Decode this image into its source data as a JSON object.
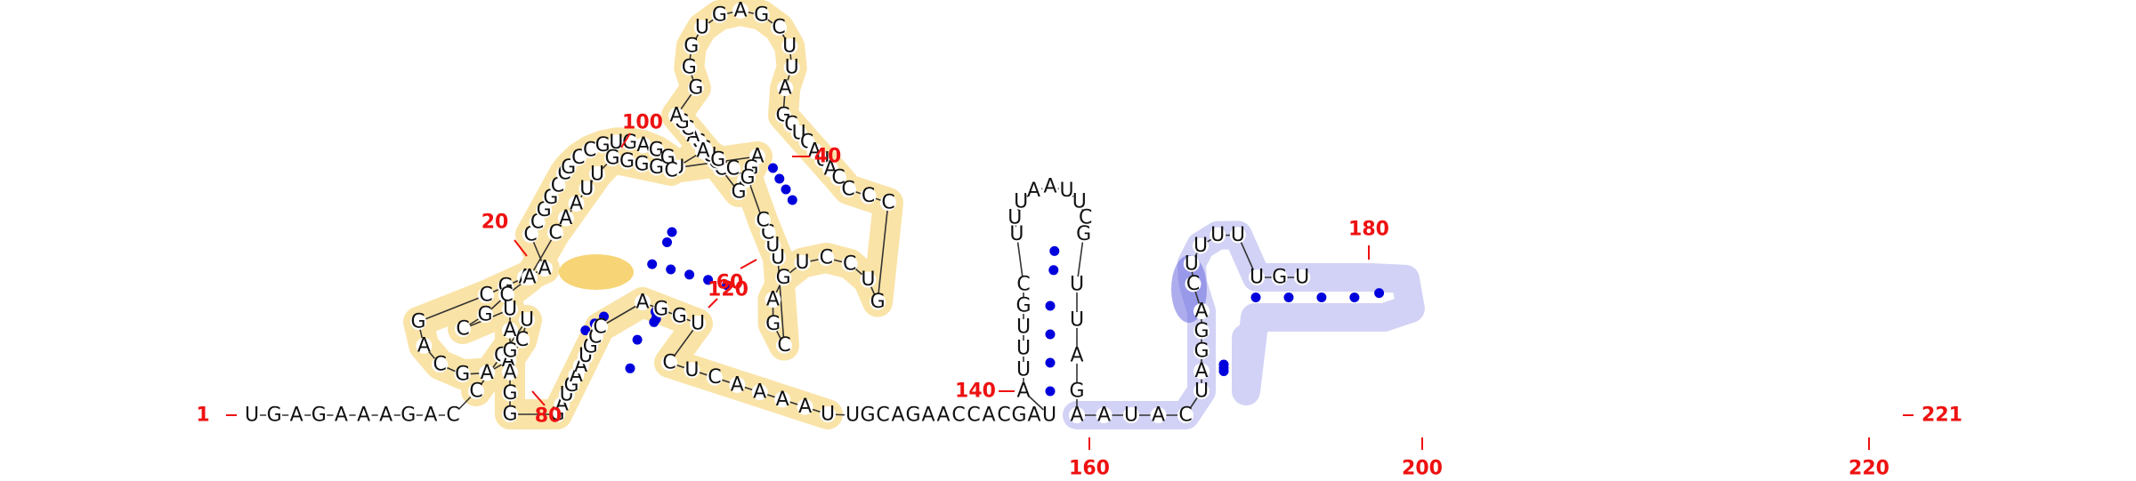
{
  "diagram": {
    "sequence": "UGAGAAAGACCGUCAAGCAGCGAACCGGCCGCCGUGAGGUAGAGCCUCCACGAGGGUGAGCUUAGCUCAUACCCCGUCCUGAGCUUCCGCGACGGGGUUAACACGCUAGAGGGAUGAAUGCCAGGUCUCAAAAUUGCAGAACCACGAUAUUUGCUUUAAUUCGUUAGAAUACUAGGACUUUUUGU",
    "position_labels": [
      "1",
      "20",
      "40",
      "60",
      "80",
      "100",
      "120",
      "140",
      "160",
      "180",
      "200",
      "220",
      "221"
    ],
    "colors": {
      "base_pair": "#0000dd",
      "number": "#ee1111",
      "yellow_region": "#f4c23b",
      "blue_region": "#6a6ae0"
    }
  }
}
